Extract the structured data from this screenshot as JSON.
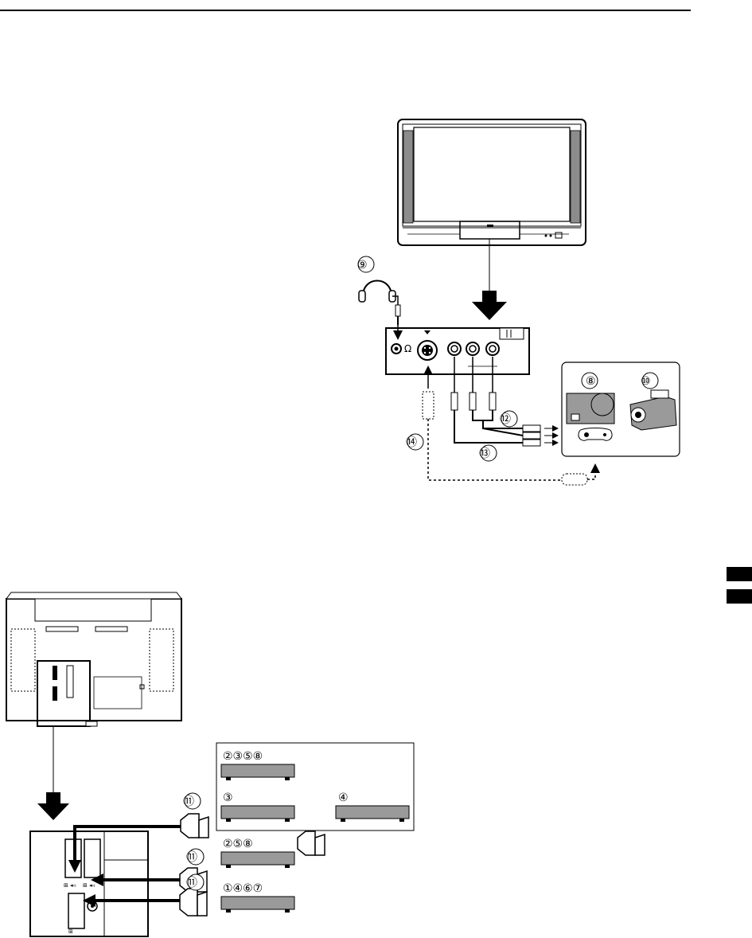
{
  "front_diagram": {
    "headphones_label": "⑨",
    "av_cable_label": "⑫",
    "video_cable_label": "⑬",
    "svideo_cable_label": "⑭",
    "game_console_label": "⑧",
    "camcorder_label": "⑩"
  },
  "rear_diagram": {
    "scart_cable_label": "⑪",
    "device_groups": [
      {
        "labels": "②③⑤⑧"
      },
      {
        "labels": "③"
      },
      {
        "labels": "④"
      },
      {
        "labels": "②⑤⑧"
      },
      {
        "labels": "①④⑥⑦"
      }
    ]
  },
  "side_tabs": [
    "",
    ""
  ],
  "colors": {
    "ink": "#000000",
    "device_fill": "#9a9a9a",
    "screen_fill": "#ffffff",
    "speaker_fill": "#8c8c8c"
  }
}
